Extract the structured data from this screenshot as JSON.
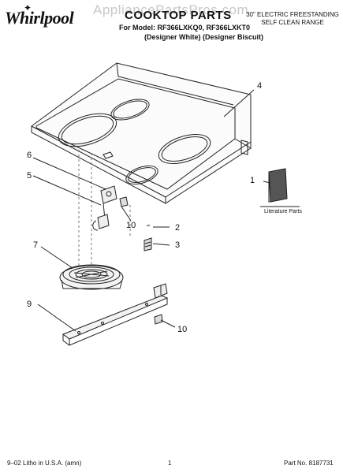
{
  "header": {
    "brand": "Whirlpool",
    "watermark": "AppliancePartsPros.com",
    "title": "COOKTOP PARTS",
    "range_type_line1": "30\" ELECTRIC FREESTANDING",
    "range_type_line2": "SELF CLEAN RANGE",
    "models": "For Model: RF366LXKQ0, RF366LXKT0",
    "variants": "(Designer White) (Designer Biscuit)"
  },
  "callouts": {
    "c1": "1",
    "c2": "2",
    "c3": "3",
    "c4": "4",
    "c5": "5",
    "c6": "6",
    "c7": "7",
    "c9": "9",
    "c10a": "10",
    "c10b": "10"
  },
  "literature_label": "Literature Parts",
  "footer": {
    "litho": "9–02 Litho in U.S.A. (amn)",
    "page": "1",
    "part_no": "Part No. 8187731"
  }
}
